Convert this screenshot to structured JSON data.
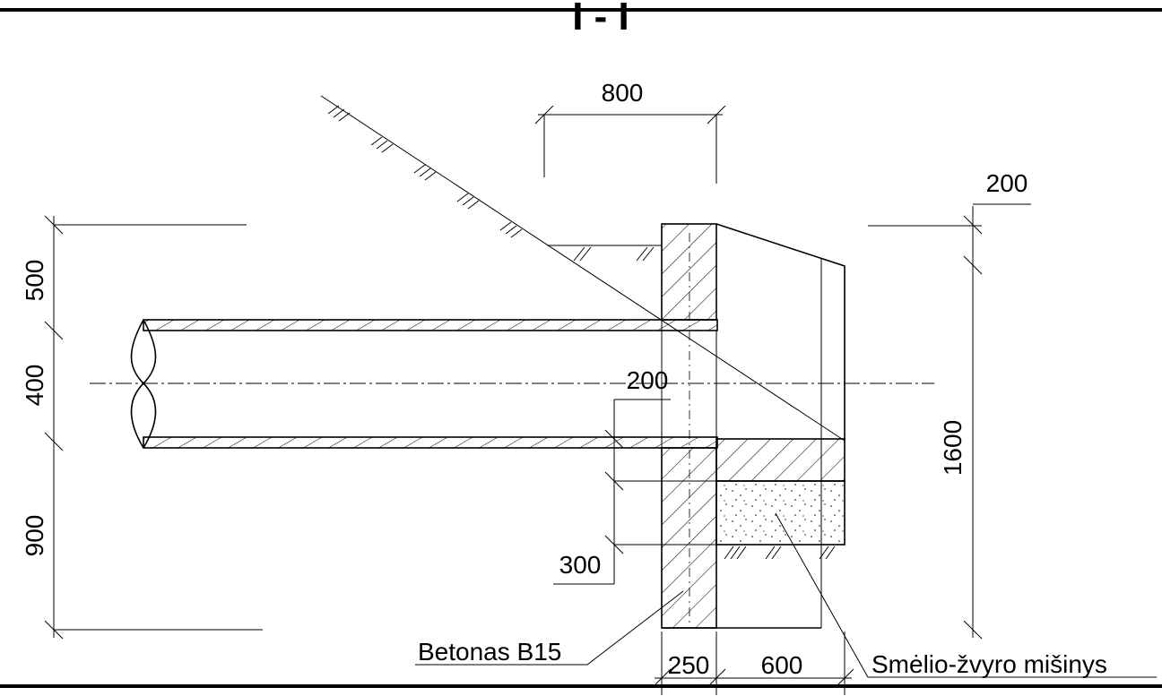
{
  "section_mark": "I - I",
  "dimensions": {
    "top_width": "800",
    "right_top": "200",
    "pipe_level": "200",
    "right_height": "1600",
    "left_top": "500",
    "left_pipe": "400",
    "left_bottom": "900",
    "layer_300": "300",
    "bottom_wall": "250",
    "bottom_fill": "600"
  },
  "labels": {
    "concrete": "Betonas B15",
    "gravel": "Smėlio-žvyro mišinys"
  }
}
